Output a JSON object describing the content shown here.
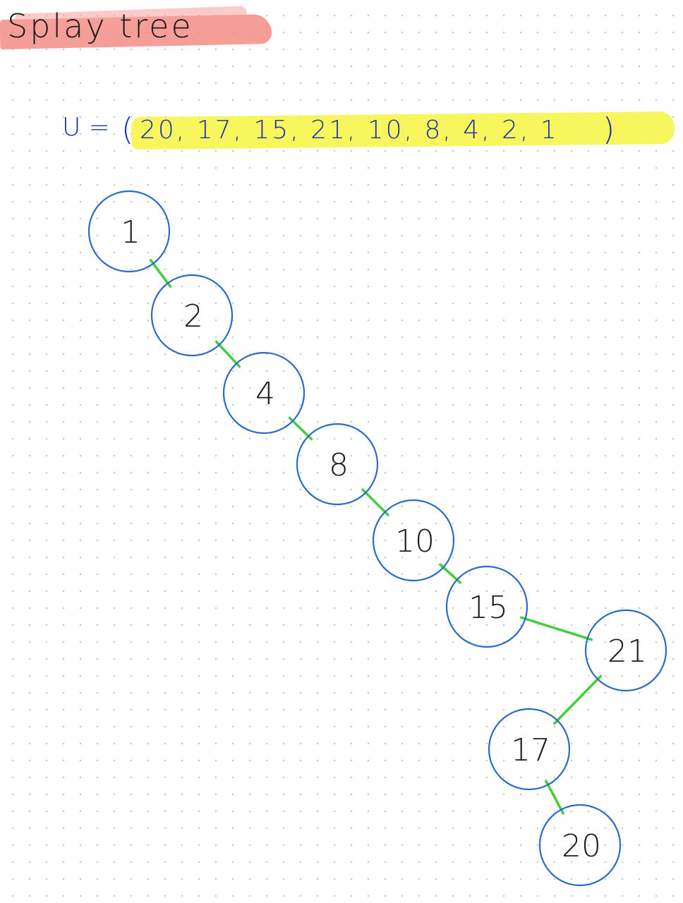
{
  "title": "Splay tree",
  "sequence": {
    "variable": "U =",
    "open": "(",
    "values": "20, 17, 15, 21, 10, 8, 4, 2, 1",
    "close": ")"
  },
  "colors": {
    "title_highlight": "#f27c74",
    "sequence_highlight": "#f6f53f",
    "sequence_text": "#1c2fa8",
    "node_stroke": "#2a6ac8",
    "edge": "#3fcf3a",
    "node_text": "#1c1c1c"
  },
  "tree": {
    "nodes": [
      {
        "id": "n1",
        "label": "1"
      },
      {
        "id": "n2",
        "label": "2"
      },
      {
        "id": "n4",
        "label": "4"
      },
      {
        "id": "n8",
        "label": "8"
      },
      {
        "id": "n10",
        "label": "10"
      },
      {
        "id": "n15",
        "label": "15"
      },
      {
        "id": "n21",
        "label": "21"
      },
      {
        "id": "n17",
        "label": "17"
      },
      {
        "id": "n20",
        "label": "20"
      }
    ],
    "edges": [
      {
        "from": "n1",
        "to": "n2"
      },
      {
        "from": "n2",
        "to": "n4"
      },
      {
        "from": "n4",
        "to": "n8"
      },
      {
        "from": "n8",
        "to": "n10"
      },
      {
        "from": "n10",
        "to": "n15"
      },
      {
        "from": "n15",
        "to": "n21"
      },
      {
        "from": "n21",
        "to": "n17"
      },
      {
        "from": "n17",
        "to": "n20"
      }
    ]
  }
}
